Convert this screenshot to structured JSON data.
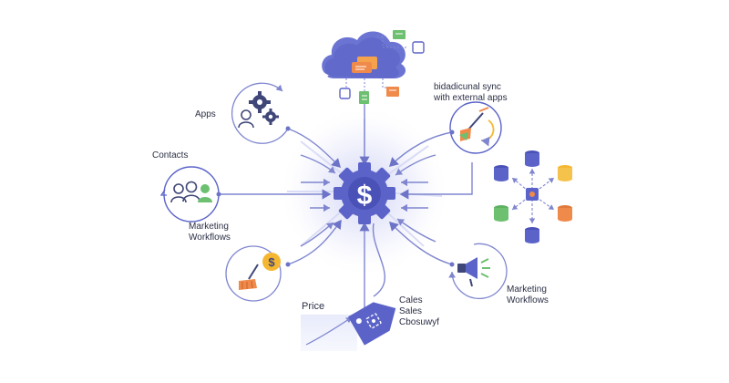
{
  "labels": {
    "apps": "Apps",
    "contacts": "Contacts",
    "marketing_left_line1": "Marketing",
    "marketing_left_line2": "Workflows",
    "sync_line1": "bidadicunal sync",
    "sync_line2": "with external apps",
    "marketing_right_line1": "Marketing",
    "marketing_right_line2": "Workflows",
    "price": "Price",
    "sales_line1": "Cales",
    "sales_line2": "Sales",
    "sales_line3": "Cbosuwyf",
    "hub_symbol": "$",
    "dollar_symbol": "$"
  },
  "colors": {
    "primary": "#5b63c8",
    "line": "#7f86cf",
    "cloud": "#6b74d2",
    "green": "#6cc070",
    "orange": "#f08a4b",
    "yellow": "#f5b731",
    "gray_text": "#2b2f45"
  },
  "icons": {
    "hub": "gear-dollar-icon",
    "apps": "gears-person-icon",
    "contacts": "people-group-icon",
    "finance": "broom-dollar-icon",
    "sync": "broom-refresh-icon",
    "marketing": "megaphone-icon",
    "sales": "price-tag-icon",
    "databases": "database-network-icon",
    "cloud": "cloud-documents-icon"
  }
}
